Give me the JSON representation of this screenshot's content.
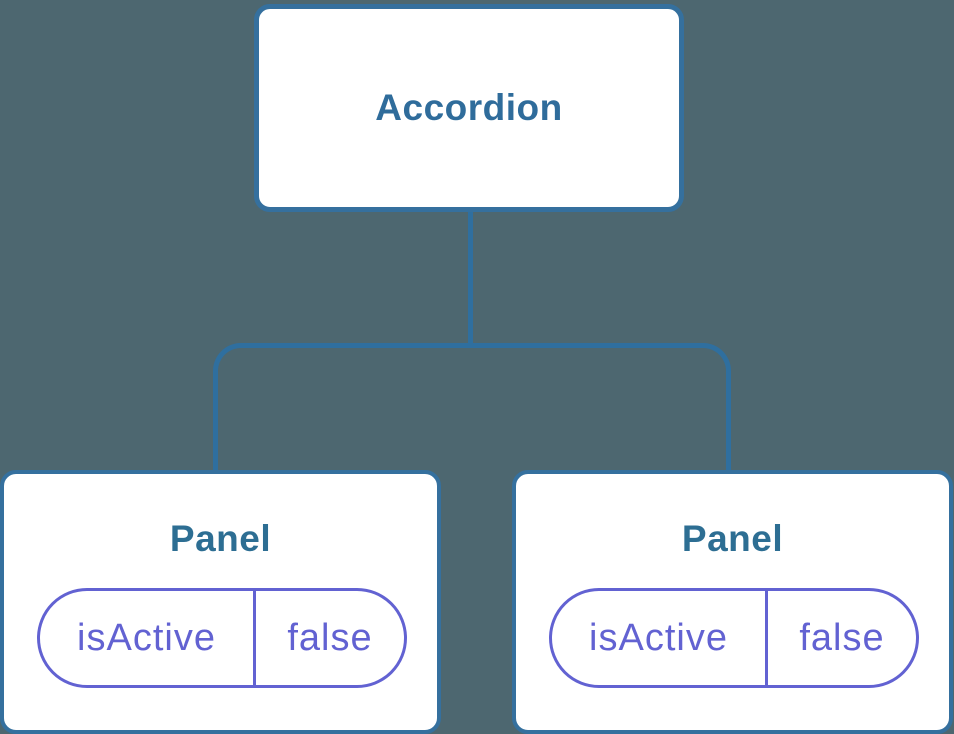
{
  "diagram": {
    "title": "component-state-tree",
    "root": {
      "label": "Accordion"
    },
    "children": [
      {
        "label": "Panel",
        "state": {
          "name": "isActive",
          "value": "false"
        }
      },
      {
        "label": "Panel",
        "state": {
          "name": "isActive",
          "value": "false"
        }
      }
    ],
    "colors": {
      "background": "#4D6770",
      "node_fill": "#FFFFFF",
      "node_border": "#35709E",
      "connector": "#2F6F9F",
      "root_label": "#2F6C9B",
      "panel_label": "#2D6E93",
      "state_accent": "#6262D2"
    }
  }
}
